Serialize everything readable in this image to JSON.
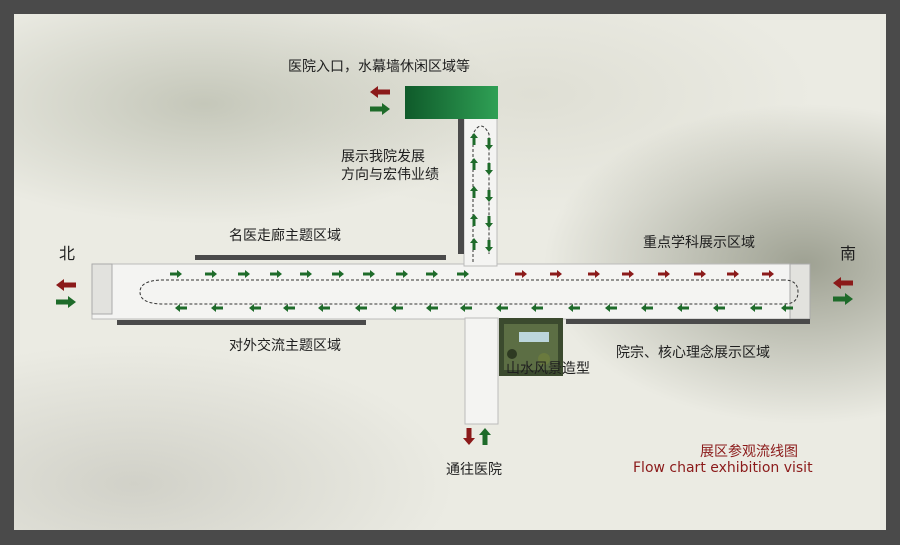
{
  "labels": {
    "hospital_entrance": "医院入口，水幕墙休闲区域等",
    "show_direction": "展示我院发展\n方向与宏伟业绩",
    "famous_doctor": "名医走廊主题区域",
    "key_discipline": "重点学科展示区域",
    "exchange": "对外交流主题区域",
    "core_concept": "院宗、核心理念展示区域",
    "landscape": "山水风景造型",
    "to_hospital": "通往医院",
    "north": "北",
    "south": "南"
  },
  "title": {
    "cn": "展区参观流线图",
    "en": "Flow chart exhibition visit"
  },
  "colors": {
    "green": "#1e6b2a",
    "red": "#8b1a1a",
    "entrance_green": "#1c7a3a",
    "wall": "#4a4a4a"
  }
}
